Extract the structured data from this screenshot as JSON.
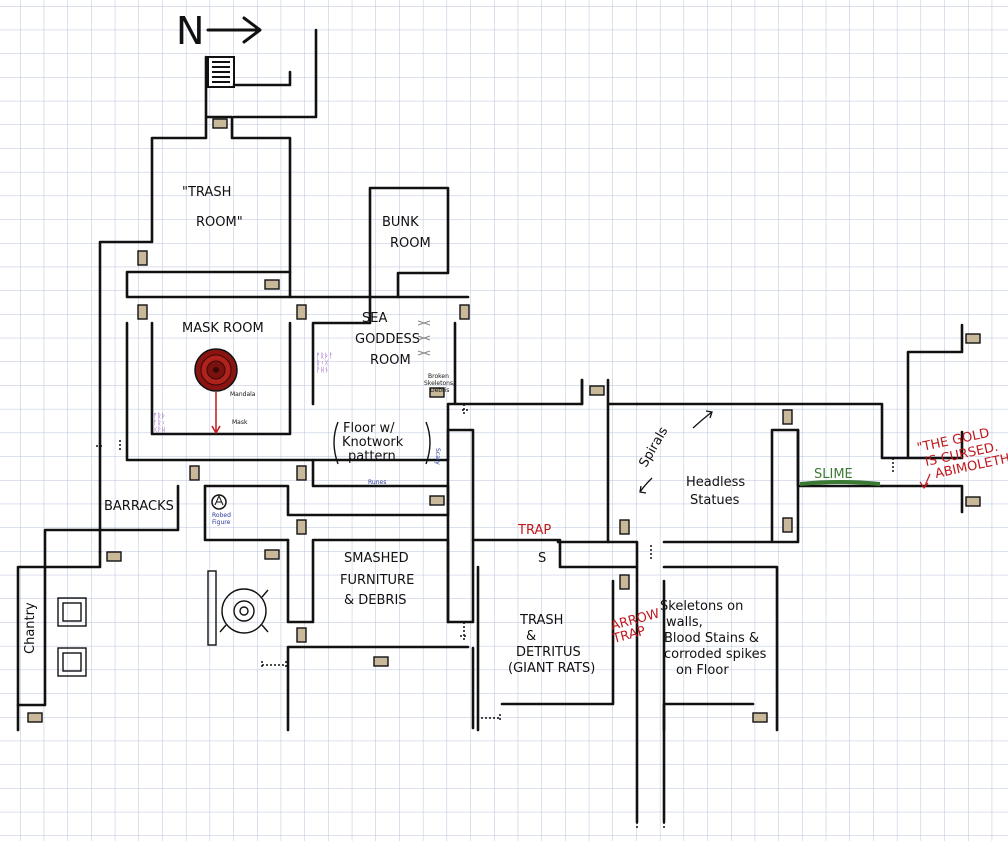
{
  "compass": {
    "label": "N",
    "arrow": "→"
  },
  "colors": {
    "grid": "#b8c2de",
    "wall": "#111111",
    "door": "#c9b99a",
    "trap": "#c0181c",
    "slime": "#3a7a32",
    "rune": "#7a2fb0",
    "note_blue": "#2b3a9a"
  },
  "rooms": {
    "trash_room": {
      "line1": "\"TRASH",
      "line2": "ROOM\""
    },
    "bunk_room": {
      "line1": "BUNK",
      "line2": "ROOM"
    },
    "mask_room": {
      "label": "MASK ROOM"
    },
    "sea_goddess": {
      "line1": "SEA",
      "line2": "GODDESS",
      "line3": "ROOM"
    },
    "knotwork": {
      "line1": "Floor w/",
      "line2": "Knotwork",
      "line3": "pattern"
    },
    "barracks": {
      "label": "BARRACKS"
    },
    "smashed": {
      "line1": "SMASHED",
      "line2": "FURNITURE",
      "line3": "& DEBRIS"
    },
    "trash_detritus": {
      "line1": "TRASH",
      "line2": "&",
      "line3": "DETRITUS",
      "line4": "(GIANT RATS)"
    },
    "skeletons": {
      "line1": "Skeletons on",
      "line2": "walls,",
      "line3": "Blood Stains &",
      "line4": "corroded spikes",
      "line5": "on Floor"
    },
    "headless": {
      "line1": "Headless",
      "line2": "Statues"
    },
    "chantry": {
      "label": "Chantry"
    }
  },
  "notes": {
    "mandala": "Mandala",
    "mask": "Mask",
    "runes": "Runes",
    "scary": "Scary",
    "robed_figure_line1": "Robed",
    "robed_figure_line2": "Figure",
    "broken_line1": "Broken",
    "broken_line2": "Skeletons/",
    "broken_line3": "Debris",
    "spirals": "Spirals",
    "slime": "SLIME",
    "trap": "TRAP",
    "trap_symbol": "S",
    "arrow_trap_line1": "ARROW",
    "arrow_trap_line2": "TRAP",
    "gold_line1": "\"THE GOLD",
    "gold_line2": "IS CURSED.",
    "gold_line3": "ABIMOLETH\""
  }
}
